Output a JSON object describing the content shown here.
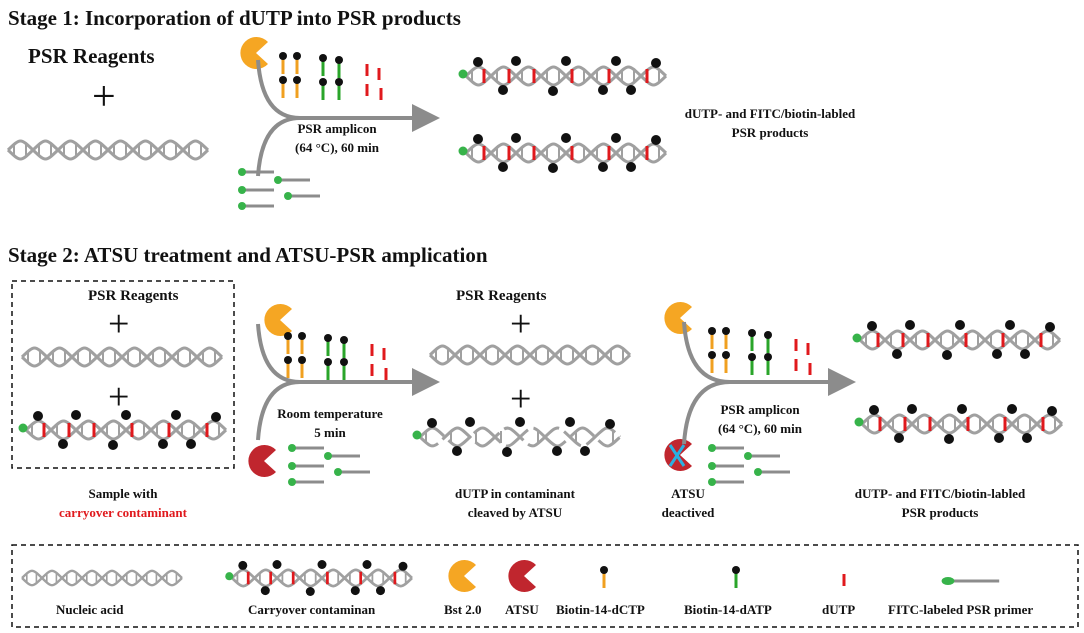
{
  "stage1": {
    "title": "Stage 1: Incorporation of dUTP into PSR products",
    "reagents": "PSR Reagents",
    "plus": "+",
    "condition_line1": "PSR amplicon",
    "condition_line2": "(64 °C),  60 min",
    "product_line1": "dUTP- and FITC/biotin-labled",
    "product_line2": "PSR products"
  },
  "stage2": {
    "title": "Stage 2: ATSU treatment and ATSU-PSR amplication",
    "reagents_a": "PSR Reagents",
    "reagents_b": "PSR Reagents",
    "plus": "+",
    "sample_line1": "Sample with",
    "sample_line2": "carryover contaminant",
    "condition1_line1": "Room temperature",
    "condition1_line2": "5 min",
    "cleaved_line1": "dUTP in contaminant",
    "cleaved_line2": "cleaved by ATSU",
    "atsu_line1": "ATSU",
    "atsu_line2": "deactived",
    "condition2_line1": "PSR amplicon",
    "condition2_line2": "(64 °C),  60 min",
    "product_line1": "dUTP- and FITC/biotin-labled",
    "product_line2": "PSR products"
  },
  "legend": {
    "nucleic_acid": "Nucleic acid",
    "carryover": "Carryover contaminan",
    "bst": "Bst 2.0",
    "atsu": "ATSU",
    "dctp": "Biotin-14-dCTP",
    "datp": "Biotin-14-dATP",
    "dutp": "dUTP",
    "primer": "FITC-labeled PSR primer"
  },
  "colors": {
    "dna": "#a0a0a0",
    "bst": "#f5a623",
    "atsu": "#c0262e",
    "dctp_stem": "#f0a020",
    "datp_stem": "#2aa52a",
    "dutp": "#e0191d",
    "fitc": "#37b34a",
    "arrow": "#8c8c8c",
    "highlight_text": "#e0191d"
  }
}
